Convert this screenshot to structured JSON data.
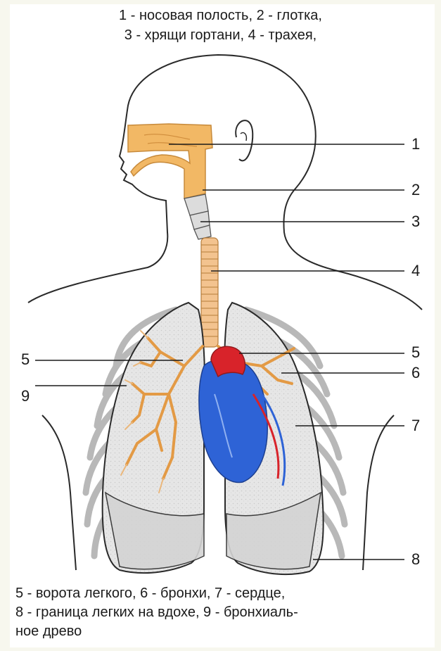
{
  "caption_top": {
    "line1": "1 - носовая полость, 2 - глотка,",
    "line2": "3 - хрящи гортани, 4 - трахея,"
  },
  "caption_bottom": {
    "line1": "5 - ворота легкого, 6 - бронхи, 7 - сердце,",
    "line2": "8 - граница легких на вдохе, 9 - бронхиаль-",
    "line3": "ное древо"
  },
  "labels": {
    "l1": "1",
    "l2": "2",
    "l3": "3",
    "l4": "4",
    "l5_right": "5",
    "l5_left": "5",
    "l6": "6",
    "l7": "7",
    "l8": "8",
    "l9": "9"
  },
  "colors": {
    "outline": "#2a2a2a",
    "orange": "#f2b865",
    "bronchi": "#e39a45",
    "heart_blue": "#2e63d6",
    "heart_red": "#d8232a",
    "lung_fill": "#e2e2e2",
    "rib": "#bdbdbd"
  }
}
